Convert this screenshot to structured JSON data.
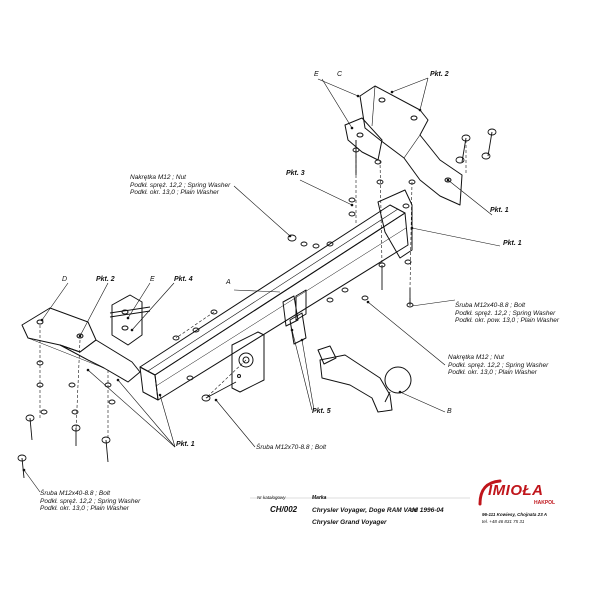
{
  "callouts": {
    "c": "C",
    "e_top": "E",
    "pkt2_top": "Pkt. 2",
    "pkt3": "Pkt. 3",
    "pkt1_right_a": "Pkt. 1",
    "pkt1_right_b": "Pkt. 1",
    "a": "A",
    "d": "D",
    "pkt2_left": "Pkt. 2",
    "e_left": "E",
    "pkt4": "Pkt. 4",
    "pkt5": "Pkt. 5",
    "pkt1_left": "Pkt. 1",
    "b": "B"
  },
  "notes": {
    "nut_top": [
      "Nakrętka  M12 ; Nut",
      "Podkł. spręż. 12,2 ; Spring Washer",
      "Podkł. okr.  13,0 ; Plain Washer"
    ],
    "bolt_right": [
      "Śruba M12x40-8.8 ;  Bolt",
      "Podkł. spręż. 12,2 ; Spring Washer",
      "Podkł. okr. pow. 13,0 ; Plain Washer"
    ],
    "nut_right": [
      "Nakrętka  M12 ; Nut",
      "Podkł. spręż. 12,2 ; Spring Washer",
      "Podkł. okr.  13,0 ; Plain Washer"
    ],
    "bolt_center": "Śruba M12x70-8.8 ;  Bolt",
    "bolt_left": [
      "Śruba M12x40-8.8 ;  Bolt",
      "Podkł. spręż. 12,2 ; Spring Washer",
      "Podkł. okr. 13,0 ; Plain Washer"
    ]
  },
  "title_block": {
    "nr_label": "Nr katalogowy",
    "catalog_no": "CH/002",
    "marka_label": "Marka",
    "models": [
      "Chrysler Voyager, Doge RAM VAN",
      "Chrysler Grand Voyager"
    ],
    "od_label": "od 1996-04"
  },
  "brand": {
    "logo_text": "IMIOŁA",
    "sub_text": "HAKPOL",
    "address": "96-111 Kowiesy, Chojnata 23 A",
    "phone": "tel. +48 46 831 75 31",
    "color": "#c0151b"
  }
}
